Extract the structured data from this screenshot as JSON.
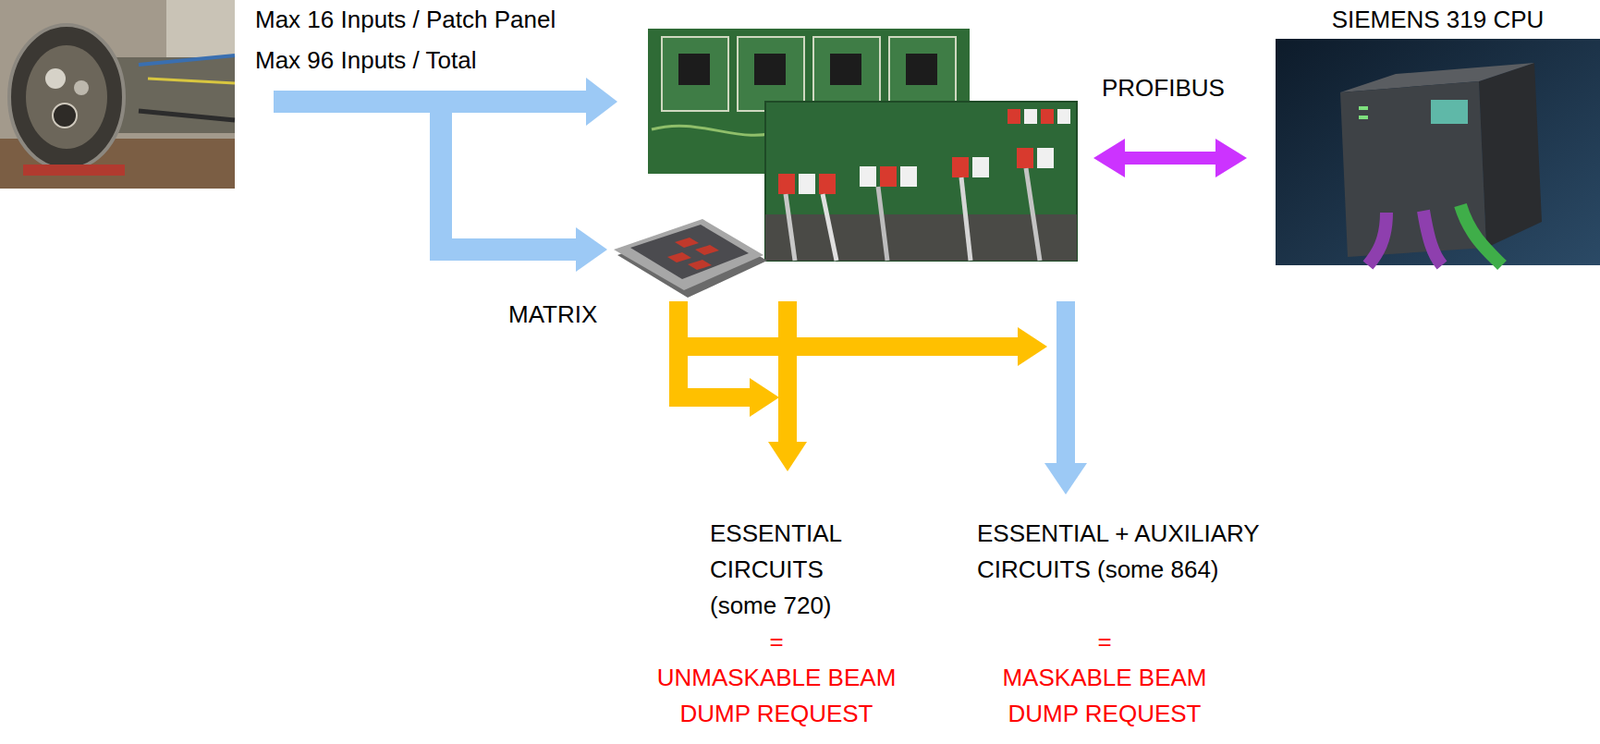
{
  "diagram": {
    "nodes": [
      {
        "text": [
          "MATRIX"
        ]
      },
      {
        "text": [
          "SIEMENS 319 CPU"
        ]
      },
      {
        "text": [
          "ESSENTIAL CIRCUITS (some 720)",
          "=",
          "UNMASKABLE BEAM DUMP REQUEST"
        ]
      },
      {
        "text": [
          "ESSENTIAL + AUXILIARY CIRCUITS (some 864)",
          "=",
          "MASKABLE BEAM DUMP REQUEST"
        ]
      }
    ],
    "edges": [
      {
        "from": 0,
        "to": 2,
        "arrow": "to"
      },
      {
        "from": 0,
        "to": 3,
        "arrow": "to"
      }
    ],
    "labels": [
      "Max 16 Inputs / Patch Panel",
      "Max 96 Inputs / Total",
      "PROFIBUS"
    ]
  }
}
